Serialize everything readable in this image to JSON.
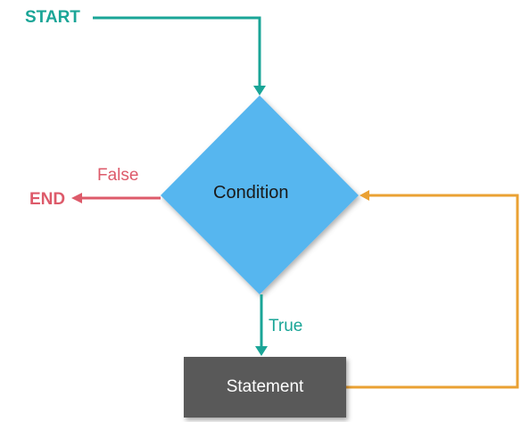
{
  "diagram": {
    "start_label": "START",
    "end_label": "END",
    "false_label": "False",
    "true_label": "True",
    "condition_label": "Condition",
    "statement_label": "Statement"
  },
  "colors": {
    "start_flow": "#1aa597",
    "false_flow": "#dd5a6a",
    "loop_flow": "#eaa133",
    "condition_fill": "#56b6ef",
    "statement_fill": "#595959"
  }
}
